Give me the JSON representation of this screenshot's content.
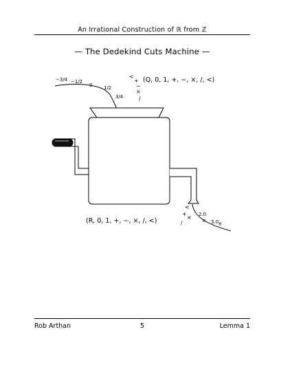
{
  "header": {
    "title": "An Irrational Construction of ℝ from ℤ"
  },
  "section": {
    "title": "— The Dedekind Cuts Machine —"
  },
  "figure": {
    "input_tuple": "(Q, 0, 1, +, −, ×, /, <)",
    "output_tuple": "(R, 0, 1, +, −, ×, /, <)",
    "input_values": [
      "−3/4",
      "−1/2",
      "0",
      "1/2",
      "3/4"
    ],
    "input_ops": [
      "<",
      "+",
      "−",
      "×",
      "/"
    ],
    "output_ops": [
      "<",
      "+",
      "×",
      "/"
    ],
    "output_values": [
      "2.0",
      "e",
      "3.0",
      "π"
    ]
  },
  "footer": {
    "author": "Rob Arthan",
    "page": "5",
    "label": "Lemma 1"
  }
}
